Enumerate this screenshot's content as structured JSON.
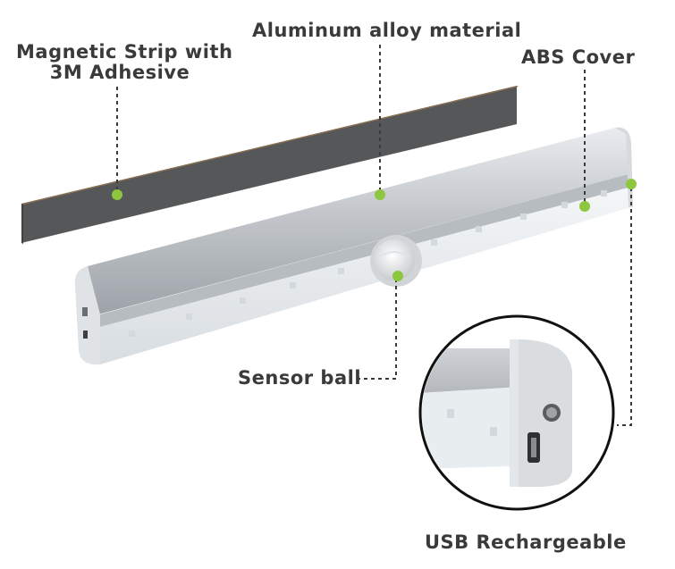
{
  "labels": {
    "magnetic_strip": [
      "Magnetic Strip with",
      "3M Adhesive"
    ],
    "aluminum": "Aluminum alloy material",
    "abs_cover": "ABS Cover",
    "sensor_ball": "Sensor ball",
    "usb": "USB Rechargeable"
  },
  "colors": {
    "text": "#3a3a3a",
    "marker": "#8dc63f",
    "strip": "#5a5a5a",
    "aluminum": "#c9cdd2",
    "cover": "#e6ebee"
  }
}
